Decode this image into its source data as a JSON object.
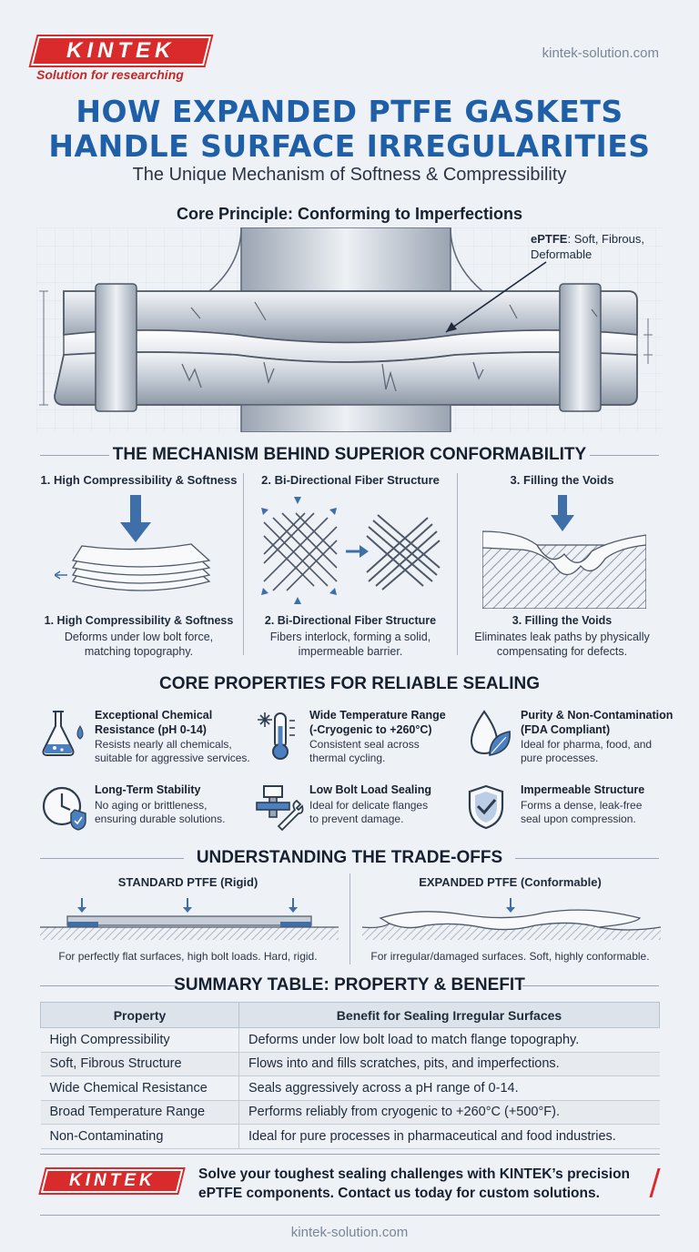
{
  "header": {
    "brand": "KINTEK",
    "tagline": "Solution for researching",
    "website": "kintek-solution.com"
  },
  "title": {
    "line1": "HOW EXPANDED PTFE GASKETS",
    "line2": "HANDLE SURFACE IRREGULARITIES",
    "subtitle": "The Unique Mechanism of Softness & Compressibility"
  },
  "core_principle": {
    "heading": "Core Principle: Conforming to Imperfections",
    "callout_bold": "ePTFE",
    "callout_rest": ": Soft, Fibrous,",
    "callout_line2": "Deformable"
  },
  "mechanism": {
    "heading": "THE MECHANISM BEHIND SUPERIOR CONFORMABILITY",
    "items": [
      {
        "head": "1. High Compressibility & Softness",
        "title": "1. High Compressibility & Softness",
        "desc1": "Deforms under low bolt force,",
        "desc2": "matching topography."
      },
      {
        "head": "2. Bi-Directional Fiber Structure",
        "title": "2. Bi-Directional Fiber Structure",
        "desc1": "Fibers interlock, forming a solid,",
        "desc2": "impermeable barrier."
      },
      {
        "head": "3. Filling the Voids",
        "title": "3. Filling the Voids",
        "desc1": "Eliminates leak paths by physically",
        "desc2": "compensating for defects."
      }
    ]
  },
  "properties": {
    "heading": "CORE PROPERTIES FOR RELIABLE SEALING",
    "items": [
      {
        "icon": "flask-icon",
        "title1": "Exceptional Chemical",
        "title2": "Resistance (pH 0-14)",
        "desc1": "Resists nearly all chemicals,",
        "desc2": "suitable for aggressive services."
      },
      {
        "icon": "thermometer-icon",
        "title1": "Wide Temperature Range",
        "title2": "(-Cryogenic to +260°C)",
        "desc1": "Consistent seal across",
        "desc2": "thermal cycling."
      },
      {
        "icon": "droplet-leaf-icon",
        "title1": "Purity & Non-Contamination",
        "title2": "(FDA Compliant)",
        "desc1": "Ideal for pharma, food, and",
        "desc2": "pure processes."
      },
      {
        "icon": "clock-shield-icon",
        "title1": "Long-Term Stability",
        "title2": "",
        "desc1": "No aging or brittleness,",
        "desc2": "ensuring durable solutions."
      },
      {
        "icon": "bolt-wrench-icon",
        "title1": "Low Bolt Load Sealing",
        "title2": "",
        "desc1": "Ideal for delicate flanges",
        "desc2": "to prevent damage."
      },
      {
        "icon": "shield-check-icon",
        "title1": "Impermeable Structure",
        "title2": "",
        "desc1": "Forms a dense, leak-free",
        "desc2": "seal upon compression."
      }
    ]
  },
  "tradeoffs": {
    "heading": "UNDERSTANDING THE TRADE-OFFS",
    "standard_title": "STANDARD PTFE (Rigid)",
    "standard_caption": "For perfectly flat surfaces, high bolt loads. Hard, rigid.",
    "expanded_title": "EXPANDED PTFE (Conformable)",
    "expanded_caption": "For irregular/damaged surfaces. Soft, highly conformable."
  },
  "summary": {
    "heading": "SUMMARY TABLE: PROPERTY & BENEFIT",
    "col1": "Property",
    "col2": "Benefit for Sealing Irregular Surfaces",
    "rows": [
      {
        "property": "High Compressibility",
        "benefit": "Deforms under low bolt load to match flange topography."
      },
      {
        "property": "Soft, Fibrous Structure",
        "benefit": "Flows into and fills scratches, pits, and imperfections."
      },
      {
        "property": "Wide Chemical Resistance",
        "benefit": "Seals aggressively across a pH range of 0-14."
      },
      {
        "property": "Broad Temperature Range",
        "benefit": "Performs reliably from cryogenic to +260°C (+500°F)."
      },
      {
        "property": "Non-Contaminating",
        "benefit": "Ideal for pure processes in pharmaceutical and food industries."
      }
    ]
  },
  "footer": {
    "cta1": "Solve your toughest sealing challenges with KINTEK’s precision",
    "cta2": "ePTFE components. Contact us today for custom solutions.",
    "website": "kintek-solution.com"
  },
  "colors": {
    "brand_red": "#d92b2b",
    "title_blue": "#1f5fa8",
    "arrow_blue": "#3f6fa8"
  }
}
